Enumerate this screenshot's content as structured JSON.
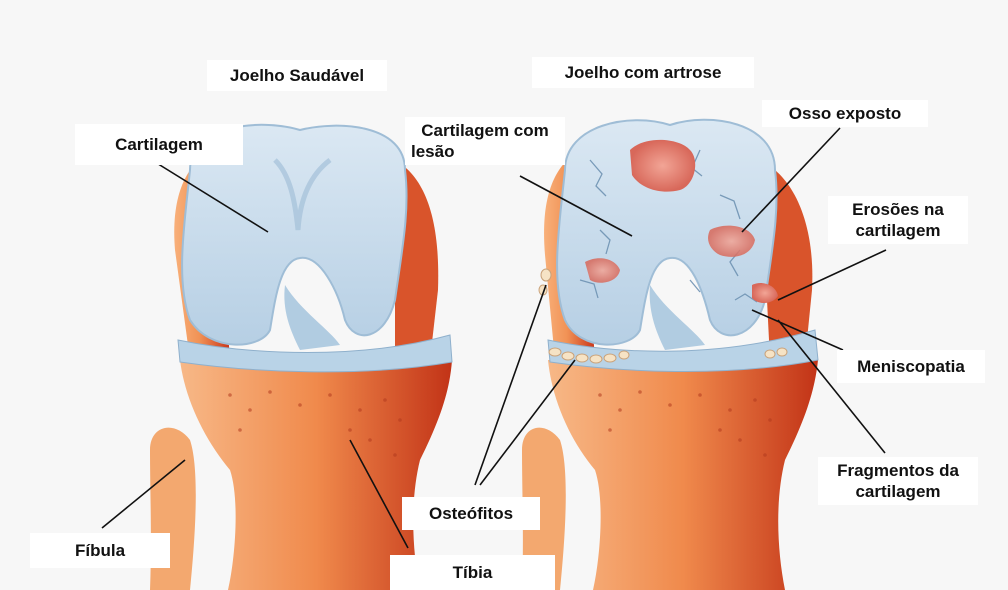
{
  "titles": {
    "healthy": "Joelho Saudável",
    "arthritic": "Joelho com artrose"
  },
  "labels": {
    "cartilage": "Cartilagem",
    "damaged_cartilage_1": "Cartilagem com",
    "damaged_cartilage_2": "lesão",
    "exposed_bone": "Osso exposto",
    "erosions_1": "Erosões na",
    "erosions_2": "cartilagem",
    "meniscopathy": "Meniscopatia",
    "fragments_1": "Fragmentos da",
    "fragments_2": "cartilagem",
    "osteophytes": "Osteófitos",
    "fibula": "Fíbula",
    "tibia": "Tíbia"
  },
  "colors": {
    "bone": "#e8612a",
    "bone_light": "#f6a766",
    "cartilage": "#c9dcec",
    "cartilage_shade": "#9fbdd6",
    "lesion": "#e07a6a",
    "leader_line": "#111111"
  }
}
